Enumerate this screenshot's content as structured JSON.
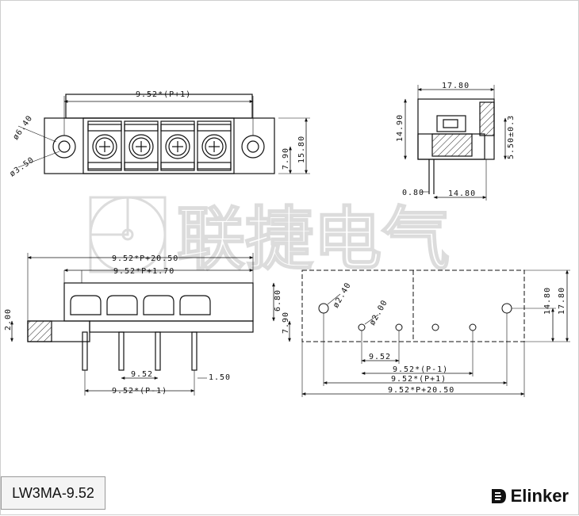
{
  "watermark": {
    "text": "联捷电气"
  },
  "dimensions": {
    "top_front": {
      "pitch_width": "9.52*(P+1)",
      "hole_outer": "ø6.40",
      "hole_inner": "ø3.50",
      "height_a": "7.90",
      "height_b": "15.80"
    },
    "side": {
      "width": "17.80",
      "height": "14.90",
      "sub_height": "5.50±0.3",
      "pin_width": "0.80",
      "base_width": "14.80"
    },
    "bottom_front": {
      "overall": "9.52*P+20.50",
      "inner": "9.52*P+1.70",
      "left_height": "2.00",
      "right_top": "6.80",
      "right_bottom": "7.90",
      "pitch": "9.52",
      "pin_dia": "1.50",
      "span": "9.52*(P-1)"
    },
    "pcb": {
      "big_hole": "ø2.40",
      "small_hole": "ø2.00",
      "pitch": "9.52",
      "span_p_minus_1": "9.52*(P-1)",
      "span_p_plus_1": "9.52*(P+1)",
      "overall": "9.52*P+20.50",
      "height_a": "14.80",
      "height_b": "17.80"
    }
  },
  "footer": {
    "model": "LW3MA-9.52",
    "brand": "Elinker"
  }
}
